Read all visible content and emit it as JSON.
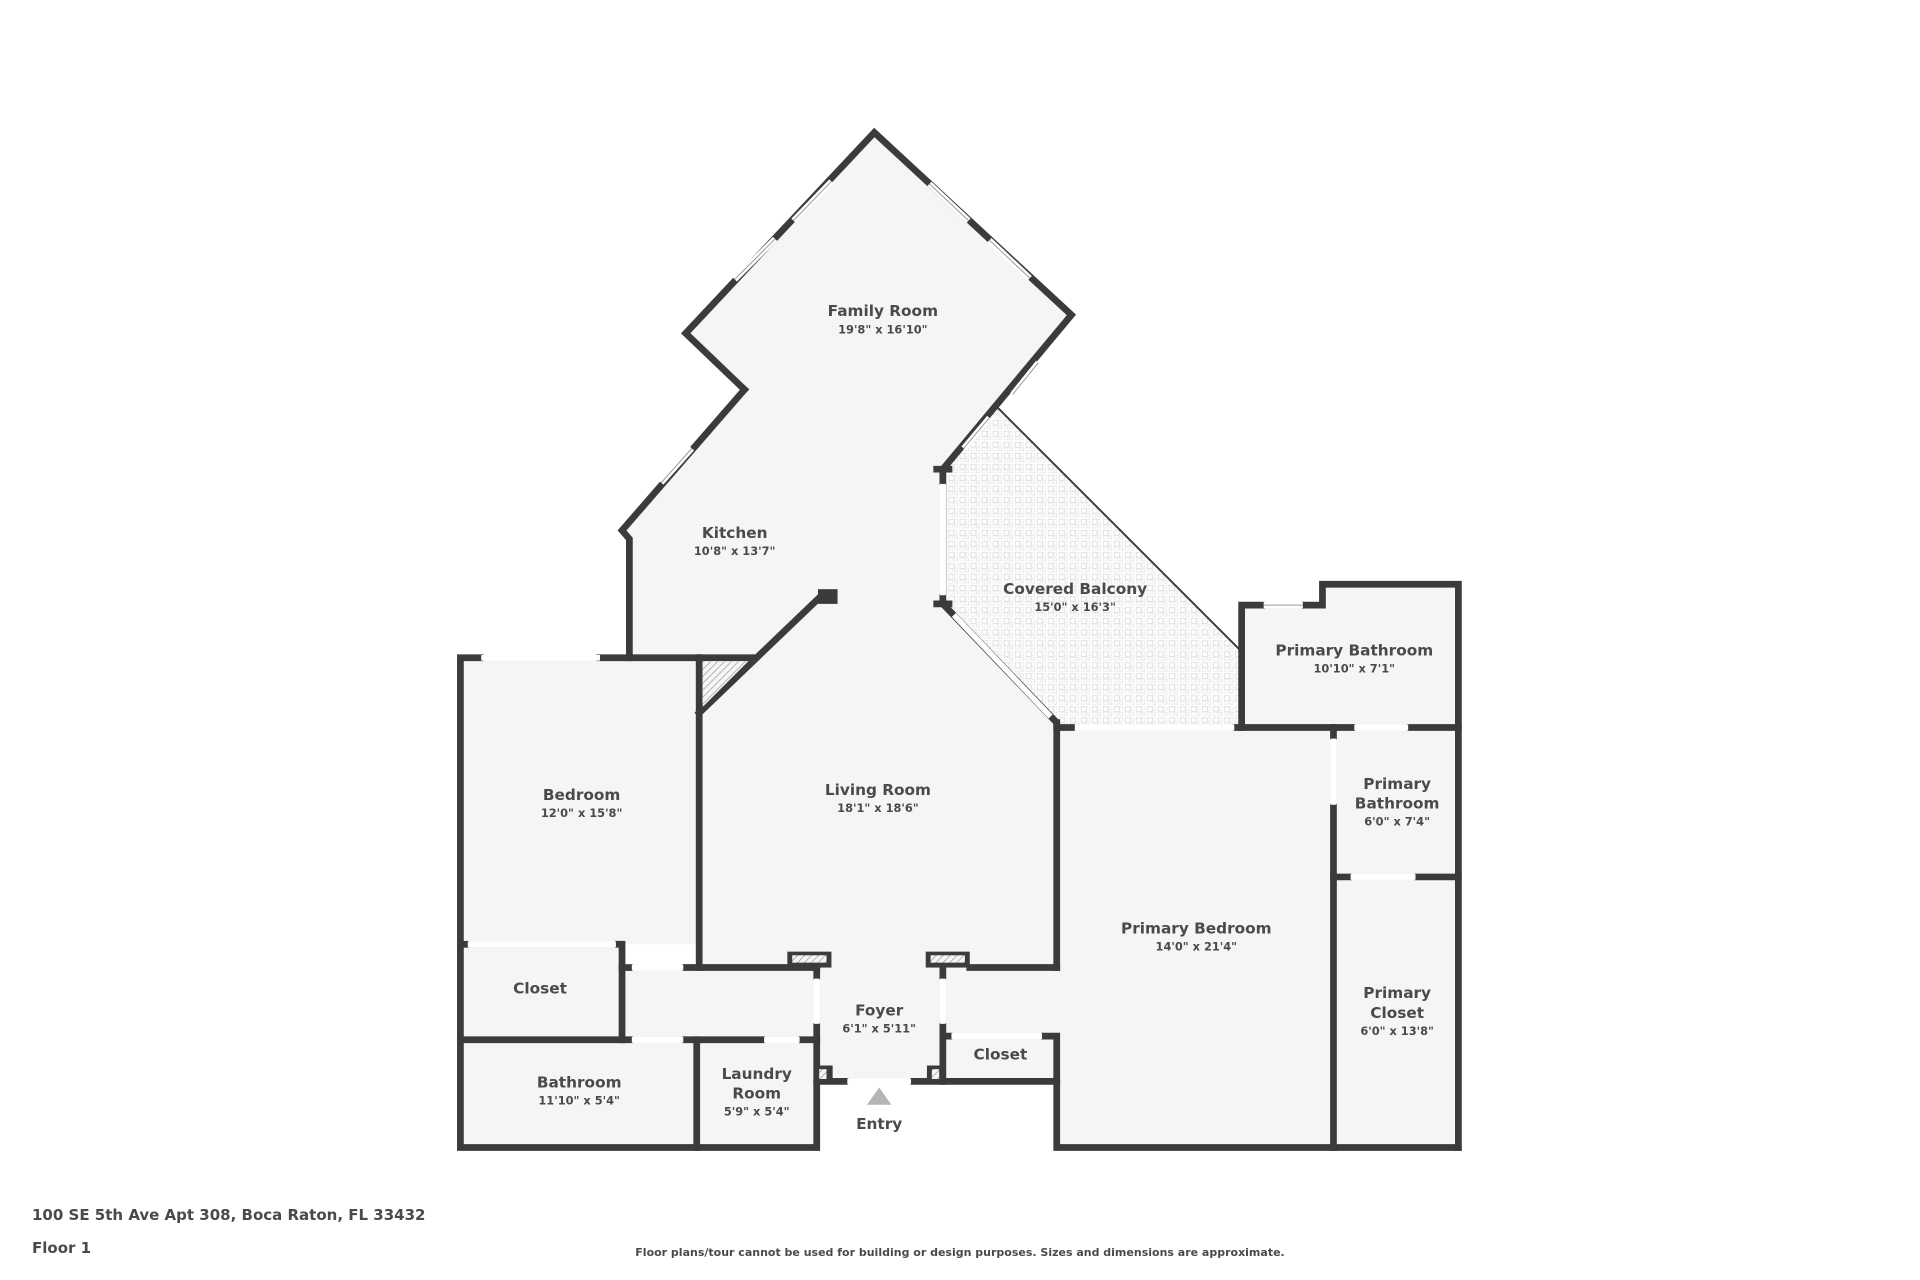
{
  "floor_plan": {
    "address": "100 SE 5th Ave Apt 308, Boca Raton, FL 33432",
    "floor": "Floor 1",
    "disclaimer": "Floor plans/tour cannot be used for building or design purposes. Sizes and dimensions are approximate.",
    "entry_label": "Entry",
    "colors": {
      "wall": "#3b3b3b",
      "floor": "#f5f5f5",
      "text": "#4a4a4a",
      "entry_arrow": "#b5b5b5",
      "background": "#ffffff"
    },
    "rooms": {
      "family_room": {
        "name": "Family Room",
        "dims": "19'8\" x 16'10\""
      },
      "kitchen": {
        "name": "Kitchen",
        "dims": "10'8\" x 13'7\""
      },
      "covered_balcony": {
        "name": "Covered Balcony",
        "dims": "15'0\" x 16'3\""
      },
      "primary_bathroom_1": {
        "name": "Primary Bathroom",
        "dims": "10'10\" x 7'1\""
      },
      "primary_bathroom_2": {
        "name_line1": "Primary",
        "name_line2": "Bathroom",
        "dims": "6'0\" x 7'4\""
      },
      "bedroom": {
        "name": "Bedroom",
        "dims": "12'0\" x 15'8\""
      },
      "living_room": {
        "name": "Living Room",
        "dims": "18'1\" x 18'6\""
      },
      "primary_bedroom": {
        "name": "Primary Bedroom",
        "dims": "14'0\" x 21'4\""
      },
      "primary_closet": {
        "name_line1": "Primary",
        "name_line2": "Closet",
        "dims": "6'0\" x 13'8\""
      },
      "closet_left": {
        "name": "Closet"
      },
      "foyer": {
        "name": "Foyer",
        "dims": "6'1\" x 5'11\""
      },
      "closet_right": {
        "name": "Closet"
      },
      "bathroom": {
        "name": "Bathroom",
        "dims": "11'10\" x 5'4\""
      },
      "laundry_room": {
        "name_line1": "Laundry",
        "name_line2": "Room",
        "dims": "5'9\" x 5'4\""
      }
    }
  }
}
